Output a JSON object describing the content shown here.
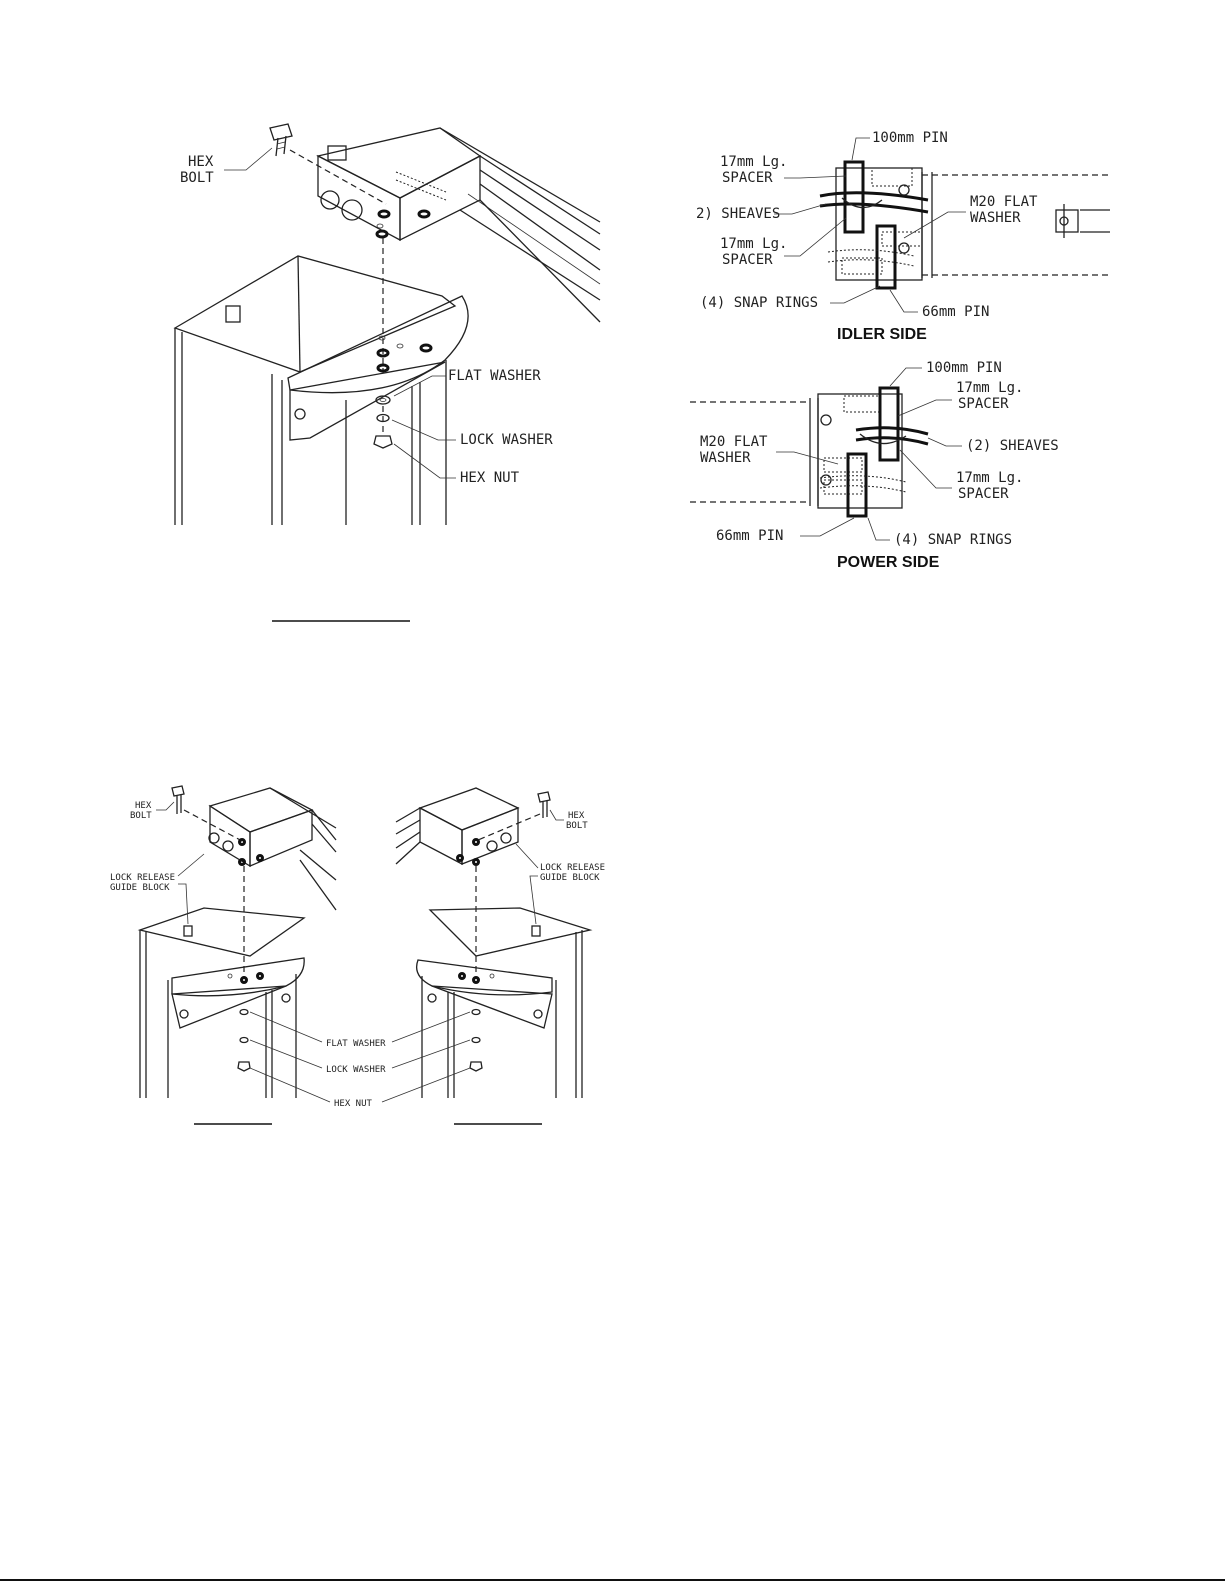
{
  "fig1": {
    "hex_bolt_1": "HEX",
    "hex_bolt_2": "BOLT",
    "flat_washer": "FLAT WASHER",
    "lock_washer": "LOCK WASHER",
    "hex_nut": "HEX NUT"
  },
  "fig2": {
    "idler": {
      "pin_100": "100mm PIN",
      "spacer_top_1": "17mm Lg.",
      "spacer_top_2": "SPACER",
      "sheaves": "2) SHEAVES",
      "spacer_bot_1": "17mm Lg.",
      "spacer_bot_2": "SPACER",
      "m20_1": "M20 FLAT",
      "m20_2": "WASHER",
      "snap_rings": "(4) SNAP RINGS",
      "pin_66": "66mm PIN",
      "title": "IDLER SIDE"
    },
    "power": {
      "pin_100": "100mm PIN",
      "spacer_top_1": "17mm Lg.",
      "spacer_top_2": "SPACER",
      "sheaves": "(2) SHEAVES",
      "m20_1": "M20 FLAT",
      "m20_2": "WASHER",
      "spacer_bot_1": "17mm Lg.",
      "spacer_bot_2": "SPACER",
      "pin_66": "66mm PIN",
      "snap_rings": "(4) SNAP RINGS",
      "title": "POWER SIDE"
    }
  },
  "fig3": {
    "left_hex_1": "HEX",
    "left_hex_2": "BOLT",
    "left_guide_1": "LOCK RELEASE",
    "left_guide_2": "GUIDE BLOCK",
    "right_hex_1": "HEX",
    "right_hex_2": "BOLT",
    "right_guide_1": "LOCK RELEASE",
    "right_guide_2": "GUIDE BLOCK",
    "flat_washer": "FLAT WASHER",
    "lock_washer": "LOCK WASHER",
    "hex_nut": "HEX NUT"
  }
}
